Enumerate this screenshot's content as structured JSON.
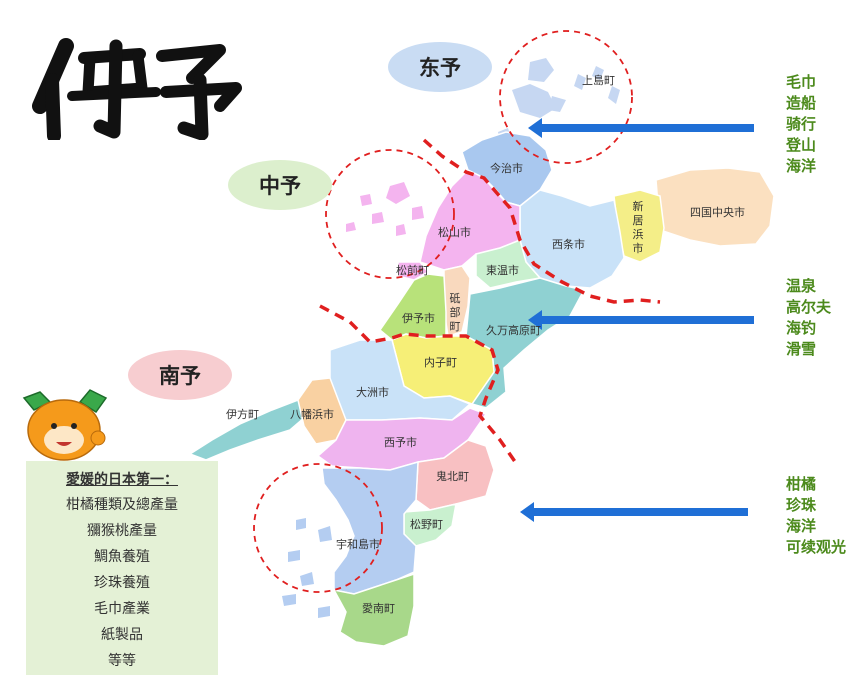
{
  "title": "伊予",
  "regions": [
    {
      "id": "toyo",
      "label": "东予",
      "color": "#c9dcf3"
    },
    {
      "id": "chuyo",
      "label": "中予",
      "color": "#dcefcd"
    },
    {
      "id": "nanyo",
      "label": "南予",
      "color": "#f7cdd0"
    }
  ],
  "cities": {
    "kamijima": "上島町",
    "imabari": "今治市",
    "shikokuchuo": "四国中央市",
    "niihama": "新居浜市",
    "saijo": "西条市",
    "matsuyama": "松山市",
    "toon": "東温市",
    "masaki": "松前町",
    "tobe": "砥部町",
    "iyo": "伊予市",
    "kumakogen": "久万高原町",
    "uchiko": "内子町",
    "ozu": "大洲市",
    "ikata": "伊方町",
    "yawatahama": "八幡浜市",
    "seiyo": "西予市",
    "kihoku": "鬼北町",
    "matsuno": "松野町",
    "uwajima": "宇和島市",
    "ainan": "愛南町"
  },
  "features": {
    "toyo": [
      "毛巾",
      "造船",
      "骑行",
      "登山",
      "海洋"
    ],
    "chuyo": [
      "温泉",
      "高尔夫",
      "海钓",
      "滑雪"
    ],
    "nanyo": [
      "柑橘",
      "珍珠",
      "海洋",
      "可续观光"
    ]
  },
  "info_box": {
    "title": "愛媛的日本第一：",
    "items": [
      "柑橘種類及總產量",
      "獼猴桃產量",
      "鯛魚養殖",
      "珍珠養殖",
      "毛巾產業",
      "紙製品",
      "等等"
    ]
  },
  "colors": {
    "arrow": "#1f6fd6",
    "dashed": "#e01f1f",
    "feature_text": "#4c8a1c",
    "imabari": "#a9c8ef",
    "shikokuchuo": "#fbe0c0",
    "niihama": "#f4ee88",
    "saijo": "#c9e2f8",
    "matsuyama": "#f4b4ef",
    "toon": "#c9f0cf",
    "masaki": "#f4b4ef",
    "tobe": "#f9d9be",
    "iyo": "#b8e27a",
    "kumakogen": "#8fd1d2",
    "uchiko": "#f6ef77",
    "ozu": "#c9e2f8",
    "ikata": "#8fd1d2",
    "yawatahama": "#f9d1a2",
    "seiyo": "#efb4ef",
    "kihoku": "#f8c0c2",
    "matsuno": "#c9f0cf",
    "uwajima": "#b4cdf1",
    "ainan": "#a8d88a",
    "kamijima": "#c6d7f2"
  }
}
